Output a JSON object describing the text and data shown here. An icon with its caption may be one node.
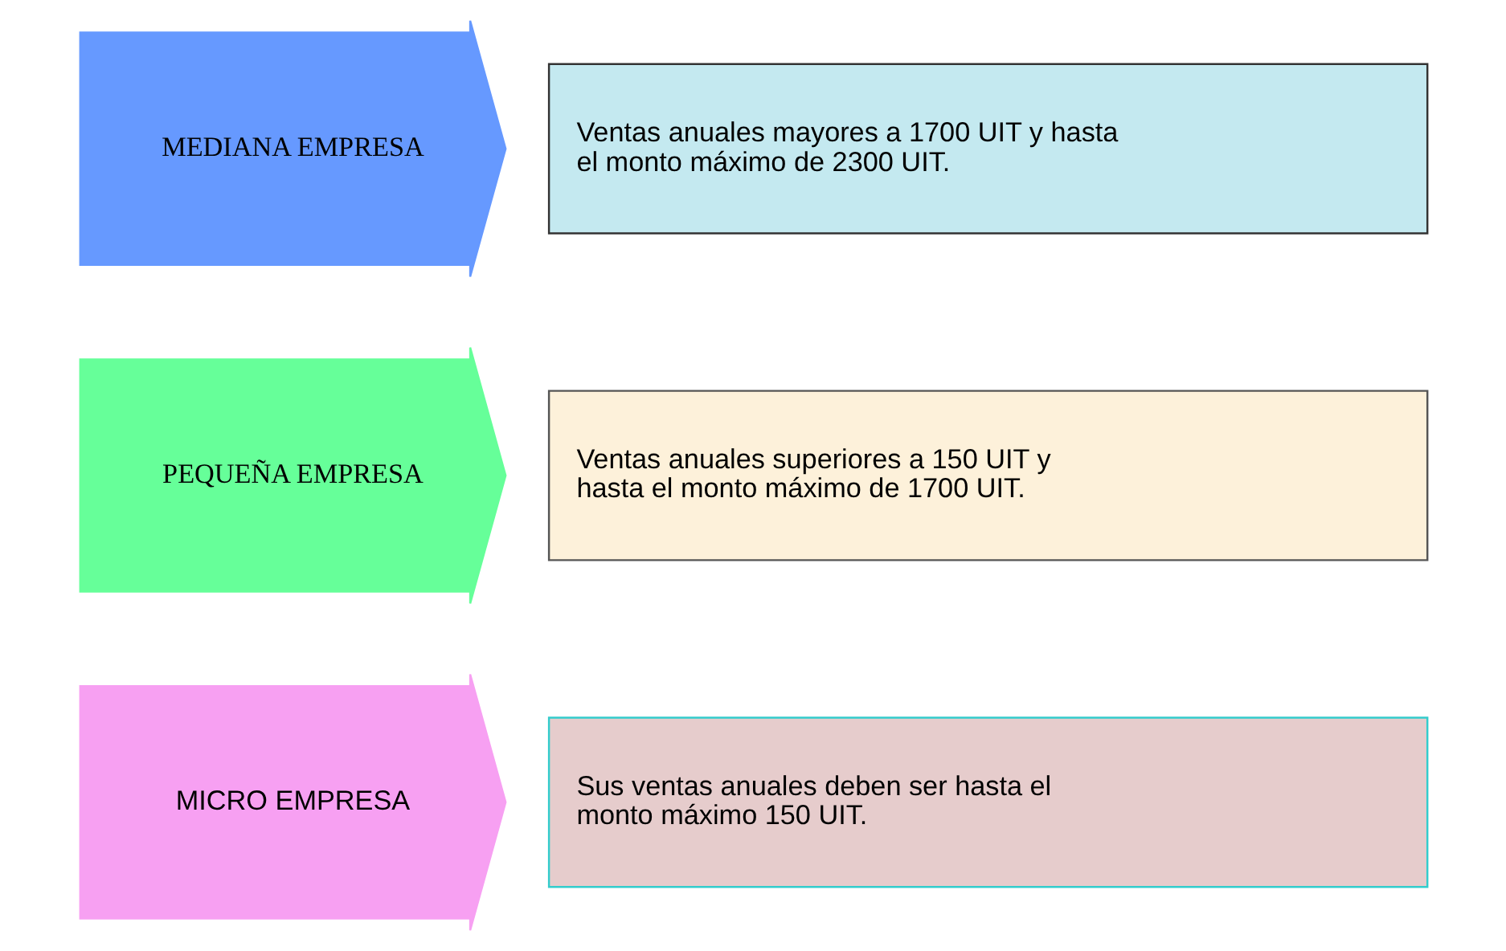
{
  "diagram": {
    "nodes": [
      {
        "text": [
          "MICRO EMPRESA"
        ]
      },
      {
        "text": [
          "Sus ventas anuales deben ser hasta el monto máximo 150 UIT."
        ]
      },
      {
        "text": [
          "PEQUEÑA EMPRESA"
        ]
      },
      {
        "text": [
          "Ventas anuales superiores a 150 UIT y hasta el monto máximo de 1700 UIT."
        ]
      },
      {
        "text": [
          "MEDIANA EMPRESA"
        ]
      },
      {
        "text": [
          "Ventas anuales mayores a 1700 UIT y hasta el monto máximo de 2300 UIT."
        ]
      }
    ]
  }
}
